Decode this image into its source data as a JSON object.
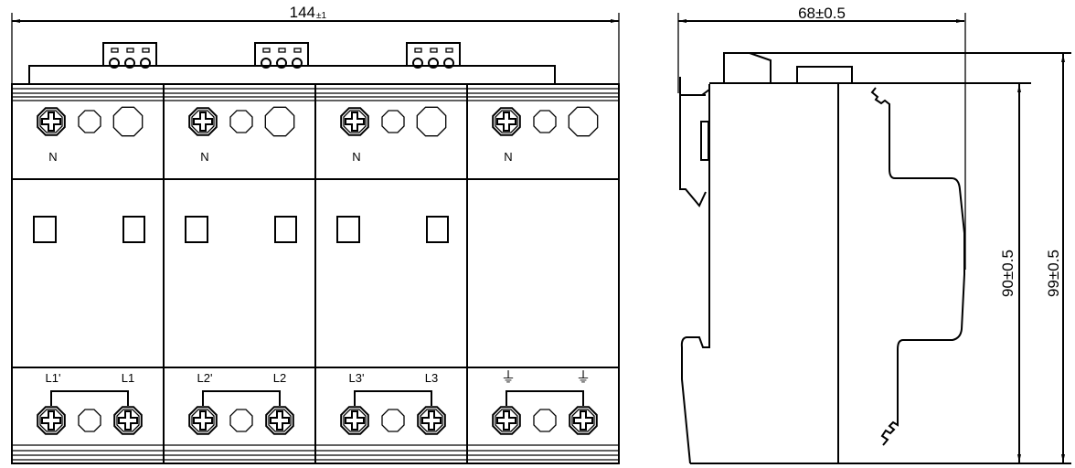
{
  "front_view": {
    "width_dimension": "144",
    "width_tolerance": "±1",
    "modules": [
      {
        "top_label": "N",
        "bottom_left_label": "L1'",
        "bottom_right_label": "L1",
        "has_indicators": true,
        "ground": false
      },
      {
        "top_label": "N",
        "bottom_left_label": "L2'",
        "bottom_right_label": "L2",
        "has_indicators": true,
        "ground": false
      },
      {
        "top_label": "N",
        "bottom_left_label": "L3'",
        "bottom_right_label": "L3",
        "has_indicators": true,
        "ground": false
      },
      {
        "top_label": "N",
        "bottom_left_label": "⏚",
        "bottom_right_label": "⏚",
        "has_indicators": false,
        "ground": true
      }
    ]
  },
  "side_view": {
    "depth_dimension": "68±0.5",
    "body_height_dimension": "90±0.5",
    "total_height_dimension": "99±0.5"
  }
}
